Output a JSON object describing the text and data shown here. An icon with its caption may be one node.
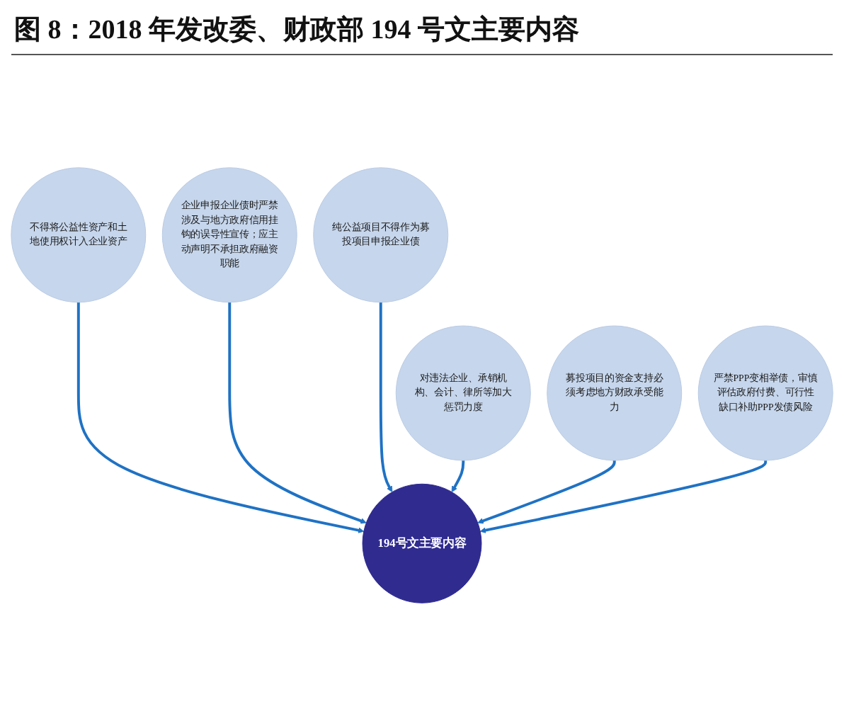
{
  "diagram": {
    "title": "图 8：2018 年发改委、财政部 194 号文主要内容",
    "nodes": [
      {
        "text": [
          "不得将公益性资产和土地使用权计入企业资产"
        ]
      },
      {
        "text": [
          "企业申报企业债时严禁涉及与地方政府信用挂钩的误导性宣传；应主动声明不承担政府融资职能"
        ]
      },
      {
        "text": [
          "纯公益项目不得作为募投项目申报企业债"
        ]
      },
      {
        "text": [
          "194号文主要内容"
        ]
      },
      {
        "text": [
          "对违法企业、承销机构、会计、律所等加大惩罚力度"
        ]
      },
      {
        "text": [
          "募投项目的资金支持必须考虑地方财政承受能力"
        ]
      },
      {
        "text": [
          "严禁PPP变相举债，审慎评估政府付费、可行性缺口补助PPP发债风险"
        ]
      }
    ],
    "edges": [
      {
        "from": 0,
        "to": 3,
        "arrow": "to"
      },
      {
        "from": 1,
        "to": 3,
        "arrow": "to"
      },
      {
        "from": 2,
        "to": 3,
        "arrow": "to"
      },
      {
        "from": 4,
        "to": 3,
        "arrow": "to"
      },
      {
        "from": 5,
        "to": 3,
        "arrow": "to"
      },
      {
        "from": 6,
        "to": 3,
        "arrow": "to"
      }
    ]
  }
}
